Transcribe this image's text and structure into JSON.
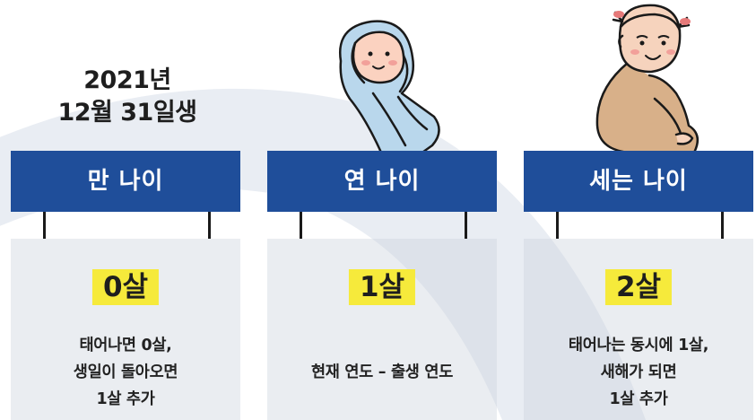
{
  "birth": {
    "line1": "2021년",
    "line2": "12월 31일생"
  },
  "columns": [
    {
      "title": "만 나이",
      "age": "0살",
      "lines": [
        "태어나면 0살,",
        "생일이 돌아오면",
        "1살 추가"
      ]
    },
    {
      "title": "연 나이",
      "age": "1살",
      "lines": [
        "현재 연도 – 출생 연도"
      ]
    },
    {
      "title": "세는 나이",
      "age": "2살",
      "lines": [
        "태어나는 동시에 1살,",
        "새해가 되면",
        "1살 추가"
      ]
    }
  ],
  "colors": {
    "banner": "#1f4e9a",
    "highlight": "#f6ea3b",
    "arc": "#e7ebf2"
  },
  "icons": {
    "column2": "swaddled-baby-illustration",
    "column3": "sitting-child-illustration"
  }
}
